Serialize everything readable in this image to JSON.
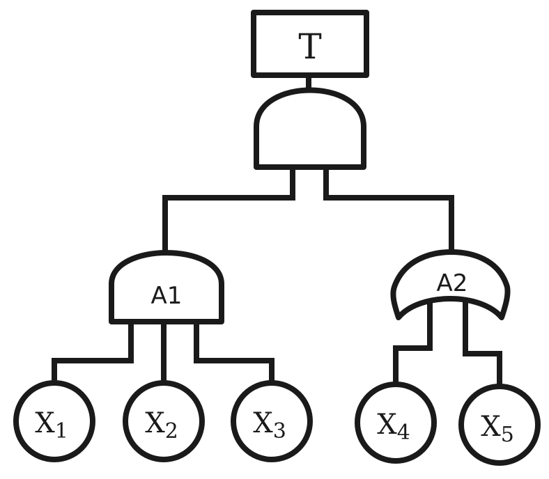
{
  "top_event": {
    "label": "T"
  },
  "gates": {
    "top": {
      "type": "AND"
    },
    "a1": {
      "label": "A1",
      "type": "AND"
    },
    "a2": {
      "label": "A2",
      "type": "OR"
    }
  },
  "basic_events": [
    {
      "base": "X",
      "sub": "1"
    },
    {
      "base": "X",
      "sub": "2"
    },
    {
      "base": "X",
      "sub": "3"
    },
    {
      "base": "X",
      "sub": "4"
    },
    {
      "base": "X",
      "sub": "5"
    }
  ],
  "colors": {
    "line": "#1a1a1a",
    "fill": "#ffffff"
  }
}
